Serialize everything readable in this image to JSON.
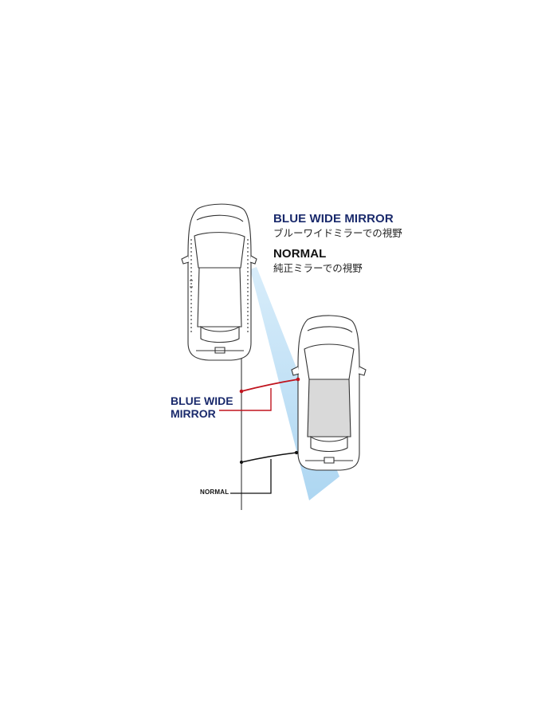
{
  "legend": {
    "blue_wide_title": "BLUE WIDE MIRROR",
    "blue_wide_jp": "ブルーワイドミラーでの視野",
    "normal_title": "NORMAL",
    "normal_jp": "純正ミラーでの視野"
  },
  "callouts": {
    "blue_wide_line1": "BLUE WIDE",
    "blue_wide_line2": "MIRROR",
    "normal": "NORMAL"
  },
  "colors": {
    "blue_wide": "#c0141e",
    "normal": "#111111",
    "field_of_view": "#bfe0f5",
    "car_outline": "#333333"
  }
}
